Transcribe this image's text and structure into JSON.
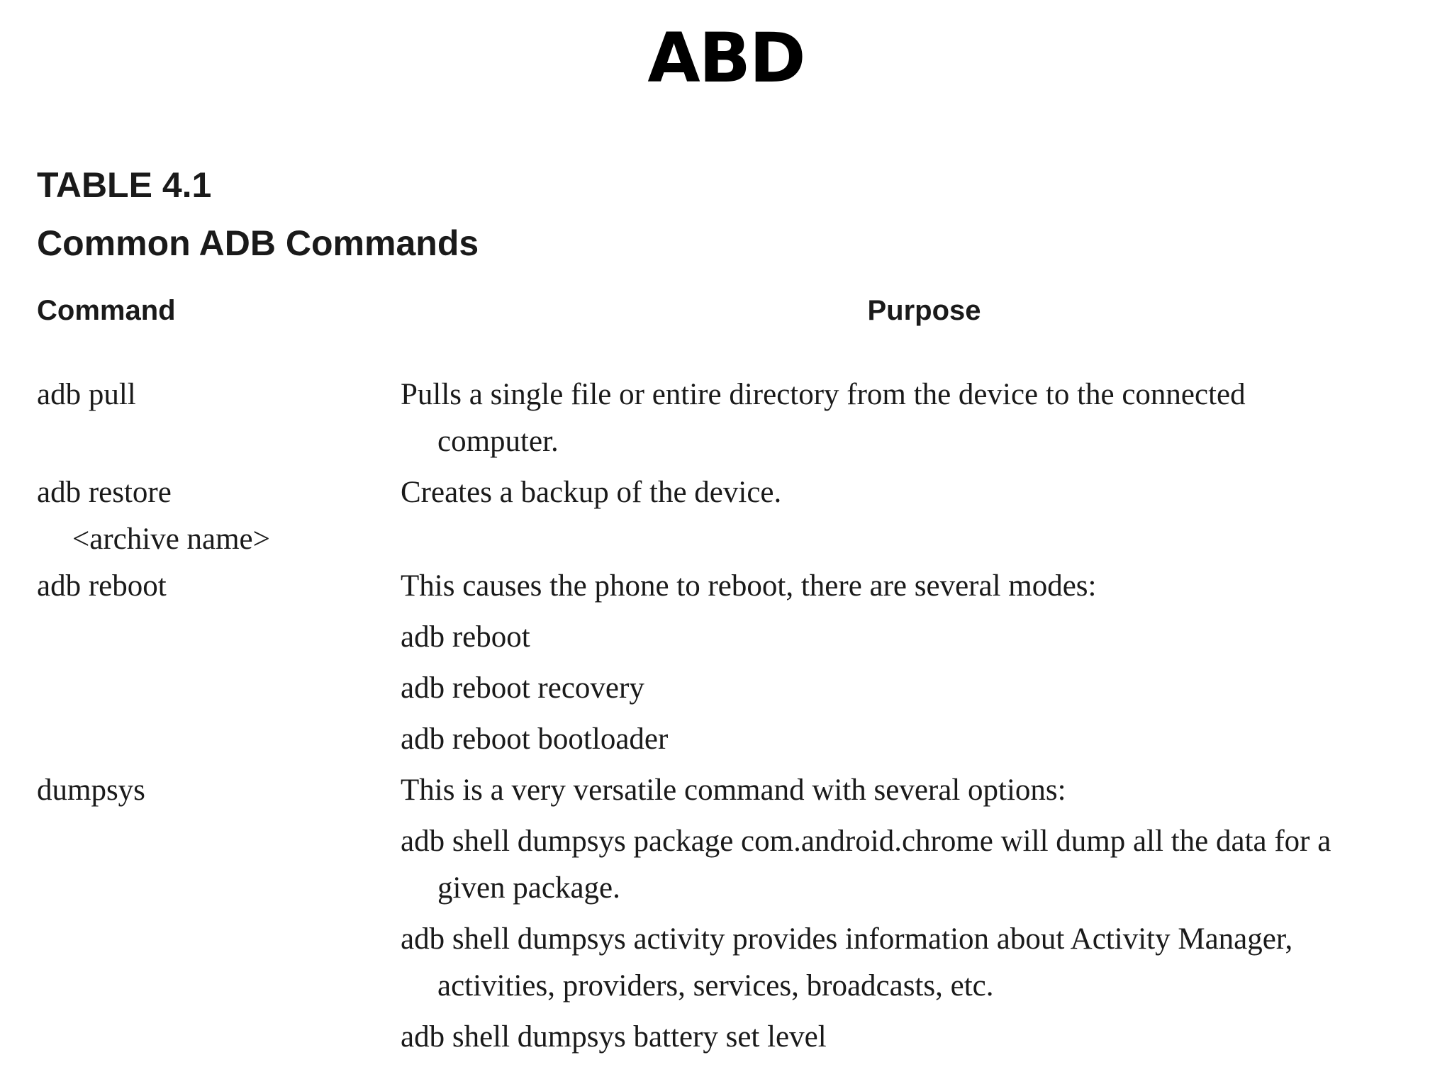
{
  "slide_title": "ABD",
  "table": {
    "number": "TABLE 4.1",
    "caption": "Common ADB Commands",
    "headers": {
      "command": "Command",
      "purpose": "Purpose"
    },
    "rows": [
      {
        "command": [
          "adb pull"
        ],
        "purpose": [
          [
            "Pulls a single file or entire directory from the device to the connected",
            "computer."
          ]
        ]
      },
      {
        "command": [
          "adb restore",
          "<archive name>"
        ],
        "purpose": [
          [
            "Creates a backup of the device."
          ]
        ]
      },
      {
        "command": [
          "adb reboot"
        ],
        "purpose": [
          [
            "This causes the phone to reboot, there are several modes:"
          ],
          [
            "adb reboot"
          ],
          [
            "adb reboot recovery"
          ],
          [
            "adb reboot bootloader"
          ]
        ]
      },
      {
        "command": [
          "dumpsys"
        ],
        "purpose": [
          [
            "This is a very versatile command with several options:"
          ],
          [
            "adb shell dumpsys package com.android.chrome will dump all the data for a",
            "given package."
          ],
          [
            "adb shell dumpsys activity provides information about Activity Manager,",
            "activities, providers, services, broadcasts, etc."
          ],
          [
            "adb shell dumpsys battery set level"
          ]
        ]
      }
    ]
  }
}
